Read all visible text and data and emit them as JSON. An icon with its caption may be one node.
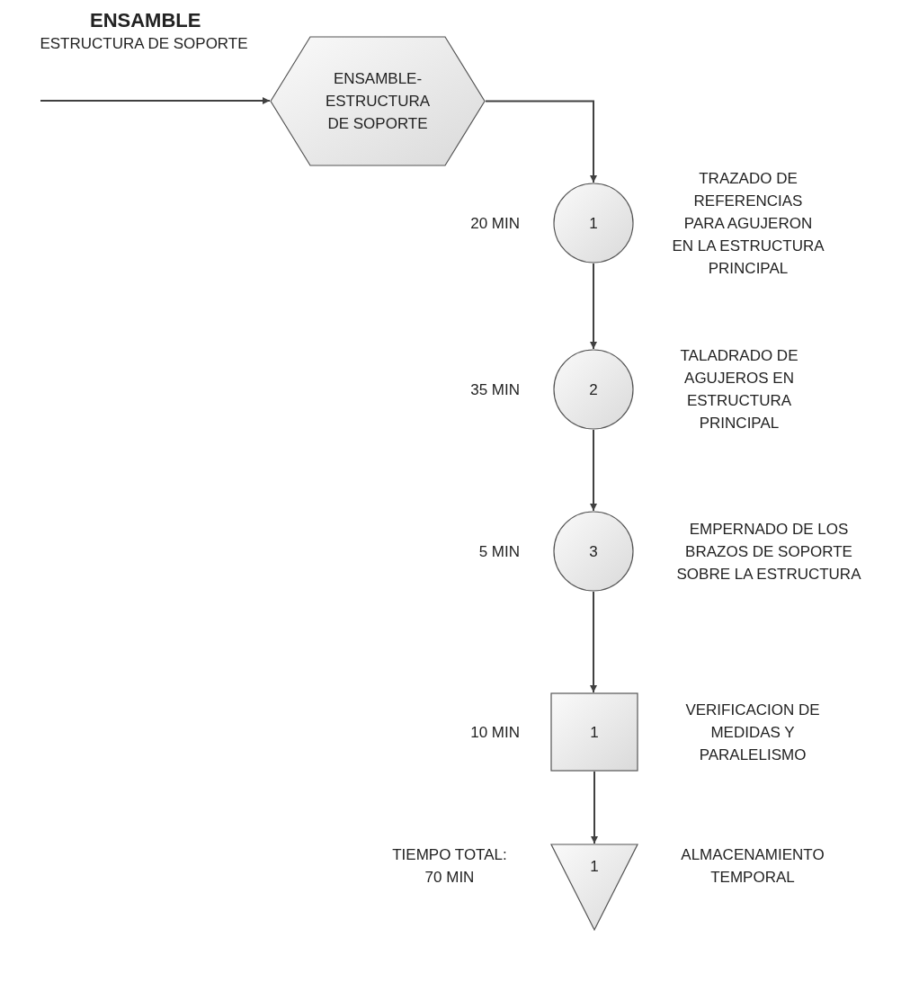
{
  "diagram": {
    "title": "ENSAMBLE",
    "nodes": [
      {
        "text": [
          "ENSAMBLE- ESTRUCTURA DE SOPORTE"
        ]
      },
      {
        "text": [
          "1"
        ],
        "beside": [
          "20 MIN",
          "TRAZADO DE REFERENCIAS PARA AGUJERON EN LA ESTRUCTURA PRINCIPAL"
        ]
      },
      {
        "text": [
          "2"
        ],
        "beside": [
          "35 MIN",
          "TALADRADO DE AGUJEROS EN ESTRUCTURA PRINCIPAL"
        ]
      },
      {
        "text": [
          "3"
        ],
        "beside": [
          "5 MIN",
          "EMPERNADO DE LOS BRAZOS DE SOPORTE SOBRE LA ESTRUCTURA"
        ]
      },
      {
        "text": [
          "1"
        ],
        "beside": [
          "10 MIN",
          "VERIFICACION DE MEDIDAS Y PARALELISMO"
        ]
      },
      {
        "text": [
          "1"
        ],
        "beside": [
          "TIEMPO TOTAL: 70 MIN",
          "ALMACENAMIENTO TEMPORAL"
        ]
      }
    ],
    "edges": [
      {
        "from": null,
        "to": 0,
        "arrow": "to"
      },
      {
        "from": 0,
        "to": 1,
        "arrow": "to"
      },
      {
        "from": 1,
        "to": 2,
        "arrow": "to"
      },
      {
        "from": 2,
        "to": 3,
        "arrow": "to"
      },
      {
        "from": 3,
        "to": 4,
        "arrow": "to"
      },
      {
        "from": 4,
        "to": 5,
        "arrow": "to"
      }
    ],
    "labels": [
      "ESTRUCTURA DE SOPORTE"
    ]
  }
}
